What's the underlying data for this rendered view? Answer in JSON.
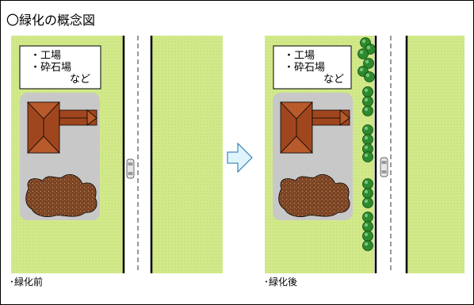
{
  "title": "〇緑化の概念図",
  "panels": [
    {
      "id": "before",
      "caption": "･緑化前",
      "sign": {
        "line1": "・工場",
        "line2": "・砕石場",
        "line3": "など"
      }
    },
    {
      "id": "after",
      "caption": "･緑化後",
      "sign": {
        "line1": "・工場",
        "line2": "・砕石場",
        "line3": "など"
      }
    }
  ],
  "colors": {
    "grass": "#d2e98a",
    "site": "#c8c8c8",
    "roof": "#a0461e",
    "soil": "#7a4424",
    "tree": "#2d8a2d",
    "arrow": "#dff5fb",
    "arrow_stroke": "#1e6fb0"
  },
  "icons": {
    "car": "car-icon",
    "arrow": "right-arrow-icon",
    "tree": "tree-icon"
  }
}
